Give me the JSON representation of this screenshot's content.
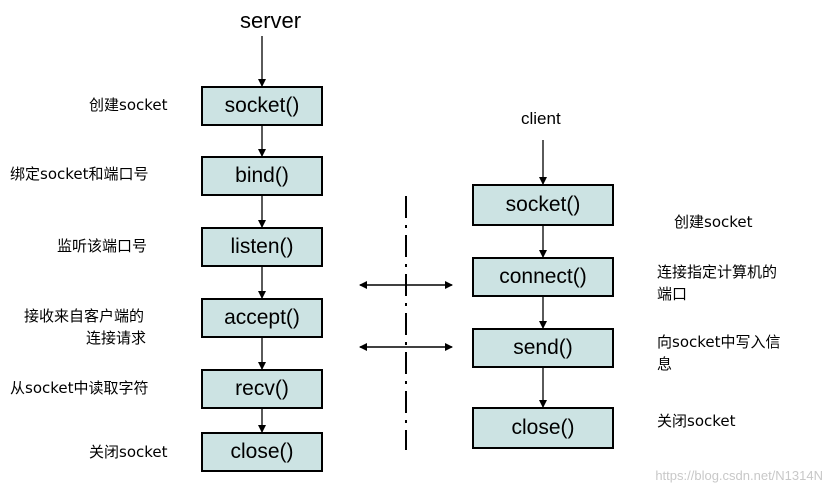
{
  "server": {
    "title": "server",
    "steps": [
      "socket()",
      "bind()",
      "listen()",
      "accept()",
      "recv()",
      "close()"
    ],
    "annotations": [
      "创建socket",
      "绑定socket和端口号",
      "监听该端口号",
      "接收来自客户端的",
      "连接请求",
      "从socket中读取字符",
      "关闭socket"
    ]
  },
  "client": {
    "title": "client",
    "steps": [
      "socket()",
      "connect()",
      "send()",
      "close()"
    ],
    "annotations": [
      "创建socket",
      "连接指定计算机的",
      "端口",
      "向socket中写入信",
      "息",
      "关闭socket"
    ]
  },
  "watermark": "https://blog.csdn.net/N1314N",
  "colors": {
    "box_fill": "#cce3e3",
    "line": "#000000"
  }
}
